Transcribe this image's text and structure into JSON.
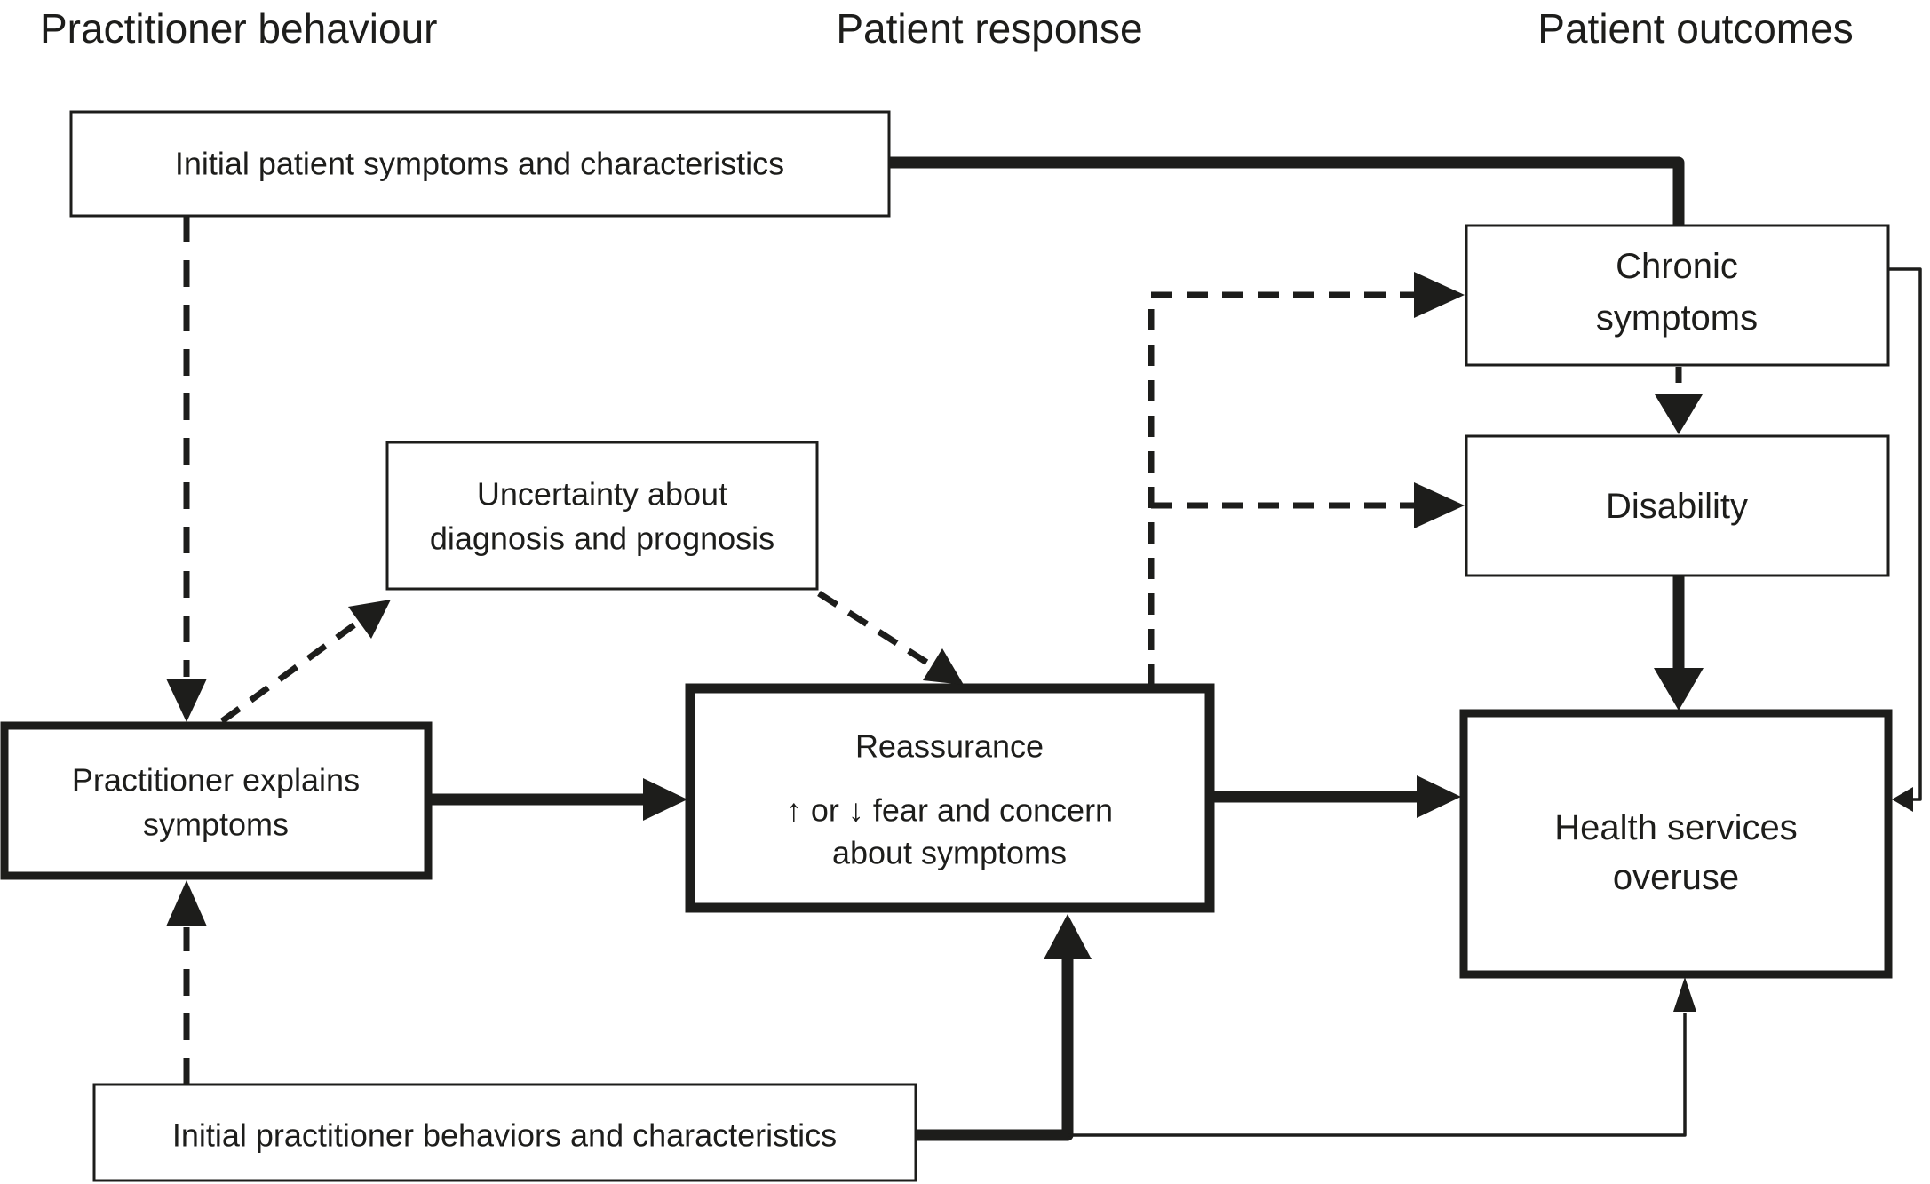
{
  "columns": {
    "left": "Practitioner behaviour",
    "center": "Patient response",
    "right": "Patient outcomes"
  },
  "nodes": {
    "initial_patient_symptoms": {
      "lines": [
        "Initial patient symptoms and characteristics"
      ],
      "border": "thin"
    },
    "chronic_symptoms": {
      "lines": [
        "Chronic",
        "symptoms"
      ],
      "border": "thin"
    },
    "disability": {
      "lines": [
        "Disability"
      ],
      "border": "thin"
    },
    "uncertainty": {
      "lines": [
        "Uncertainty about",
        "diagnosis and prognosis"
      ],
      "border": "thin"
    },
    "practitioner_explains": {
      "lines": [
        "Practitioner explains",
        "symptoms"
      ],
      "border": "thick"
    },
    "reassurance": {
      "lines": [
        "Reassurance",
        "↑ or ↓ fear and concern",
        "about symptoms"
      ],
      "border": "thick"
    },
    "health_services_overuse": {
      "lines": [
        "Health services",
        "overuse"
      ],
      "border": "thick"
    },
    "initial_practitioner_behaviors": {
      "lines": [
        "Initial practitioner behaviors and characteristics"
      ],
      "border": "thin"
    }
  },
  "edges": [
    {
      "from": "initial_patient_symptoms",
      "to": "practitioner_explains",
      "style": "dashed",
      "weight": "medium"
    },
    {
      "from": "initial_patient_symptoms",
      "to": "chronic_symptoms",
      "style": "solid",
      "weight": "thick"
    },
    {
      "from": "practitioner_explains",
      "to": "uncertainty",
      "style": "dashed",
      "weight": "medium"
    },
    {
      "from": "uncertainty",
      "to": "reassurance",
      "style": "dashed",
      "weight": "medium"
    },
    {
      "from": "practitioner_explains",
      "to": "reassurance",
      "style": "solid",
      "weight": "thick"
    },
    {
      "from": "reassurance",
      "to": "chronic_symptoms",
      "style": "dashed",
      "weight": "medium"
    },
    {
      "from": "reassurance",
      "to": "disability",
      "style": "dashed",
      "weight": "medium"
    },
    {
      "from": "reassurance",
      "to": "health_services_overuse",
      "style": "solid",
      "weight": "thick"
    },
    {
      "from": "chronic_symptoms",
      "to": "disability",
      "style": "dashed",
      "weight": "medium"
    },
    {
      "from": "disability",
      "to": "health_services_overuse",
      "style": "solid",
      "weight": "thick"
    },
    {
      "from": "chronic_symptoms",
      "to": "health_services_overuse",
      "style": "solid",
      "weight": "thin"
    },
    {
      "from": "initial_practitioner_behaviors",
      "to": "practitioner_explains",
      "style": "dashed",
      "weight": "medium"
    },
    {
      "from": "initial_practitioner_behaviors",
      "to": "reassurance",
      "style": "solid",
      "weight": "thick"
    },
    {
      "from": "initial_practitioner_behaviors",
      "to": "health_services_overuse",
      "style": "solid",
      "weight": "thin"
    }
  ],
  "colors": {
    "ink": "#1d1d1b",
    "background": "#ffffff"
  }
}
